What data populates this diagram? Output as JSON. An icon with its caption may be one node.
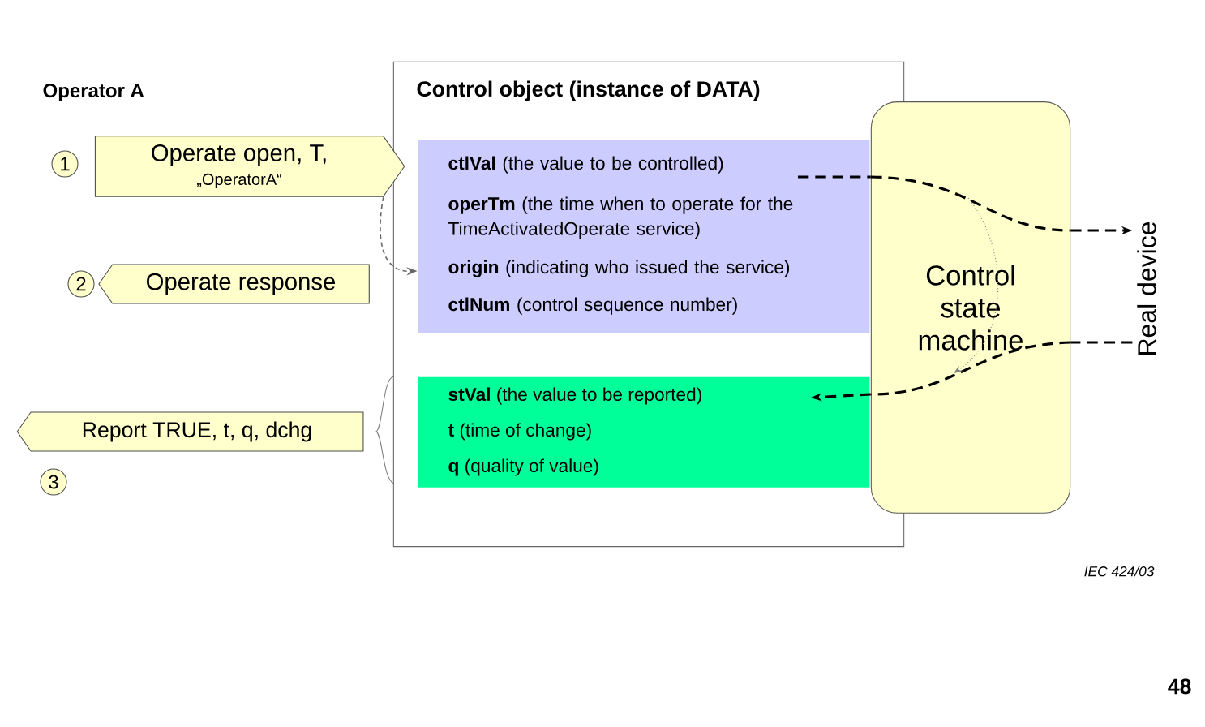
{
  "diagram": {
    "nodes": [
      {
        "text": [
          "Control object (instance of DATA)"
        ]
      },
      {
        "text": [
          "**ctlVal** (the value to be controlled)",
          "**operTm** (the time when to operate for the TimeActivatedOperate service)",
          "**origin** (indicating who issued the service)",
          "**ctlNum** (control sequence number)"
        ],
        "in": 0
      },
      {
        "text": [
          "**stVal** (the value to be reported)",
          "**t** (time of change)",
          "**q** (quality of value)"
        ],
        "in": 0
      },
      {
        "text": [
          "Control state machine"
        ]
      },
      {
        "text": [
          "Real device"
        ]
      },
      {
        "text": [
          "Operate open, T,",
          "„OperatorA“"
        ]
      },
      {
        "text": [
          "Operate response"
        ]
      },
      {
        "text": [
          "Report TRUE, t, q, dchg"
        ]
      },
      {
        "text": [
          "1"
        ]
      },
      {
        "text": [
          "2"
        ]
      },
      {
        "text": [
          "3"
        ]
      }
    ],
    "edges": [
      {
        "from": 5,
        "to": 1,
        "arrow": "to",
        "style": "dashed",
        "color": "#666666"
      },
      {
        "from": 1,
        "to": 3,
        "arrow": "none",
        "style": "dashed"
      },
      {
        "from": 3,
        "to": 4,
        "arrow": "to",
        "style": "dashed"
      },
      {
        "from": 4,
        "to": 3,
        "arrow": "none",
        "style": "dashed"
      },
      {
        "from": 3,
        "to": 2,
        "arrow": "to",
        "style": "dashed"
      }
    ],
    "labels": [
      "Operator A",
      "IEC 424/03",
      "48"
    ]
  }
}
